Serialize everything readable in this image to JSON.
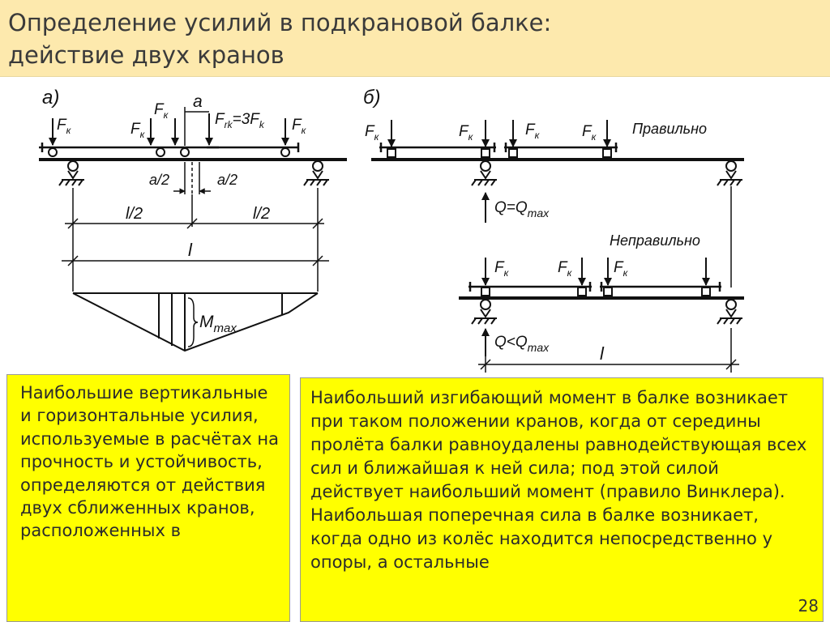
{
  "slide": {
    "title_line1": "Определение усилий в подкрановой балке:",
    "title_line2": "действие двух кранов",
    "number": "28"
  },
  "diagram_a": {
    "label": "а)",
    "force": "F",
    "force_sub": "к",
    "rk_label": "F",
    "rk_sub": "rk",
    "rk_rest": "=3F",
    "rk_sub2": "k",
    "a": "a",
    "a_half_left": "a/2",
    "a_half_right": "a/2",
    "l_half_left": "l/2",
    "l_half_right": "l/2",
    "l": "l",
    "mmax": "M",
    "mmax_sub": "max"
  },
  "diagram_b": {
    "label": "б)",
    "force": "F",
    "force_sub": "к",
    "correct": "Правильно",
    "incorrect": "Неправильно",
    "q_eq": "Q=Q",
    "q_lt": "Q<Q",
    "q_sub": "max",
    "l": "l"
  },
  "notes": {
    "left": "Наибольшие вертикальные и горизонтальные усилия, используемые в расчётах на прочность и устойчивость, определяются от действия двух сближенных кранов, расположенных в",
    "right_p1": "Наибольший изгибающий момент в балке возникает при таком положении кранов, когда от середины пролёта балки равноудалены равнодействующая всех сил и ближайшая к ней сила; под этой силой действует наибольший момент (правило Винклера).",
    "right_p2": "Наибольшая поперечная сила в балке возникает, когда одно из колёс находится непосредственно у опоры, а остальные"
  }
}
